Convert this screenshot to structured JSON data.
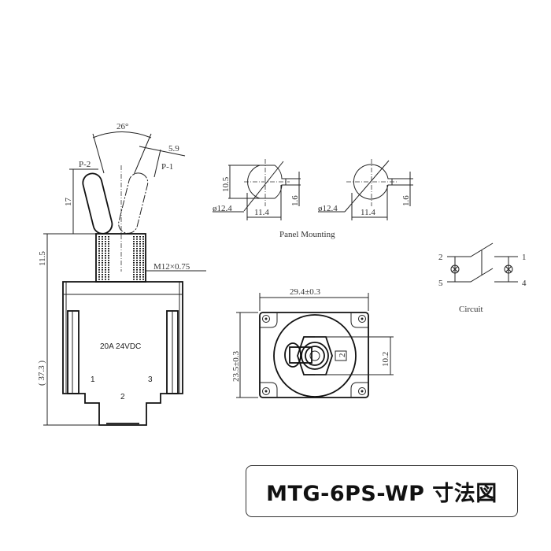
{
  "side_view": {
    "angle": "26°",
    "offset": "5.9",
    "pos_left": "P-2",
    "pos_right": "P-1",
    "handle_height": "17",
    "bushing_height": "11.5",
    "thread": "M12×0.75",
    "total_height": "( 37.3 )",
    "rating": "20A  24VDC",
    "terminals": [
      "1",
      "2",
      "3"
    ]
  },
  "panel_mounting": {
    "title": "Panel Mounting",
    "cutout_a": {
      "height": "10.5",
      "diameter": "ø12.4",
      "width": "11.4",
      "key": "1.6"
    },
    "cutout_b": {
      "diameter": "ø12.4",
      "width": "11.4",
      "key": "1.6"
    }
  },
  "front_view": {
    "width": "29.4±0.3",
    "height": "23.5±0.3",
    "nut": "10.2",
    "key": "2"
  },
  "circuit": {
    "title": "Circuit",
    "terminals": [
      "2",
      "5",
      "1",
      "4"
    ]
  },
  "label": "MTG-6PS-WP 寸法図"
}
